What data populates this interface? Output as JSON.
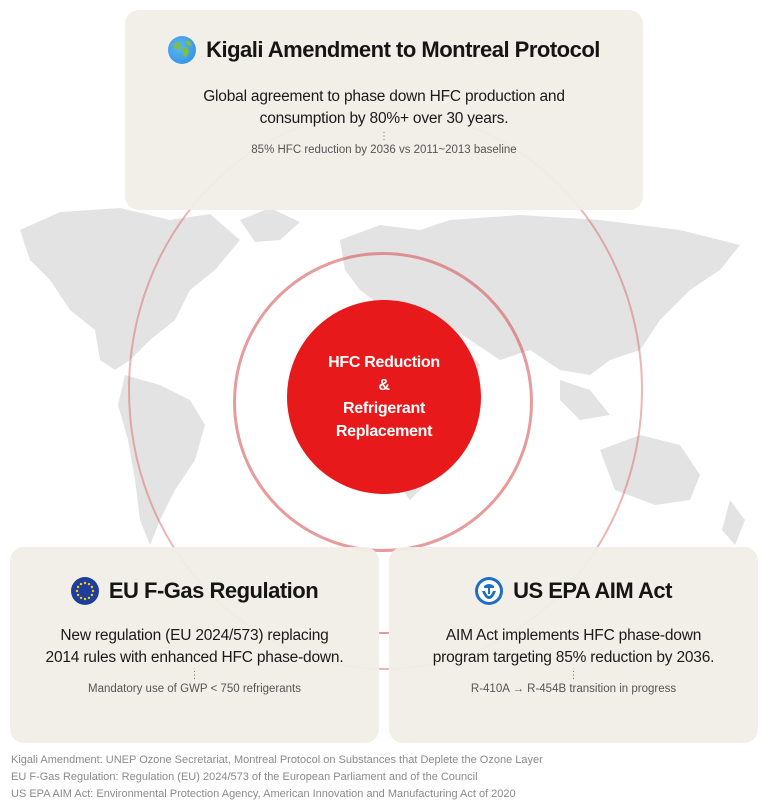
{
  "center": {
    "line1": "HFC Reduction",
    "line2": "&",
    "line3": "Refrigerant",
    "line4": "Replacement",
    "color": "#e8191a"
  },
  "cards": {
    "kigali": {
      "icon": "globe-icon",
      "title": "Kigali Amendment to Montreal Protocol",
      "desc_line1": "Global agreement to phase down HFC production and",
      "desc_line2": "consumption by 80%+ over 30 years.",
      "note": "85% HFC reduction by 2036 vs 2011~2013 baseline"
    },
    "eu": {
      "icon": "eu-flag-icon",
      "title": "EU F-Gas Regulation",
      "desc_line1": "New regulation (EU 2024/573) replacing",
      "desc_line2": "2014 rules with enhanced HFC phase-down.",
      "note": "Mandatory use of GWP < 750 refrigerants"
    },
    "us": {
      "icon": "epa-logo-icon",
      "title": "US EPA AIM Act",
      "desc_line1": "AIM Act implements HFC phase-down",
      "desc_line2": "program targeting 85% reduction by 2036.",
      "note": "R-410A → R-454B transition in progress"
    }
  },
  "dots": "⋮",
  "sources": [
    "Kigali Amendment: UNEP Ozone Secretariat, Montreal Protocol on Substances that Deplete the Ozone Layer",
    "EU F-Gas Regulation: Regulation (EU) 2024/573 of the European Parliament and of the Council",
    "US EPA AIM Act: Environmental Protection Agency, American Innovation and Manufacturing Act of 2020"
  ]
}
